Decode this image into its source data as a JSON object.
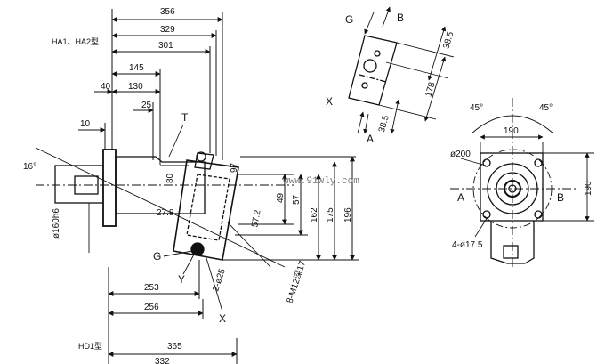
{
  "header": {
    "model_top": "HA1、HA2型",
    "model_bottom": "HD1型"
  },
  "watermark": "www.91wly.com",
  "side_view": {
    "dims": {
      "d356": "356",
      "d329": "329",
      "d301": "301",
      "d145": "145",
      "d40": "40",
      "d130": "130",
      "d25": "25",
      "d10": "10",
      "d80": "80",
      "d97": "97",
      "d49": "49",
      "d57": "57",
      "d162": "162",
      "d175": "175",
      "d196": "196",
      "d27_8": "27.8",
      "d57_2": "57.2",
      "d16": "16°",
      "shaft": "ø160h6",
      "d253": "253",
      "d256": "256",
      "port_holes": "2-ø25",
      "bolts": "8-M12深17",
      "d365": "365",
      "d332": "332"
    },
    "labels": {
      "T": "T",
      "G": "G",
      "Y": "Y",
      "X": "X"
    }
  },
  "port_view": {
    "labels": {
      "G": "G",
      "B": "B",
      "X": "X",
      "A": "A"
    },
    "dims": {
      "d38_5_top": "38.5",
      "d178": "178",
      "d38_5_bot": "38.5"
    }
  },
  "flange_view": {
    "dims": {
      "a45_left": "45°",
      "a45_right": "45°",
      "d190_top": "190",
      "d190_side": "190",
      "pcd": "ø200",
      "holes": "4-ø17.5"
    },
    "labels": {
      "A": "A",
      "B": "B"
    }
  }
}
